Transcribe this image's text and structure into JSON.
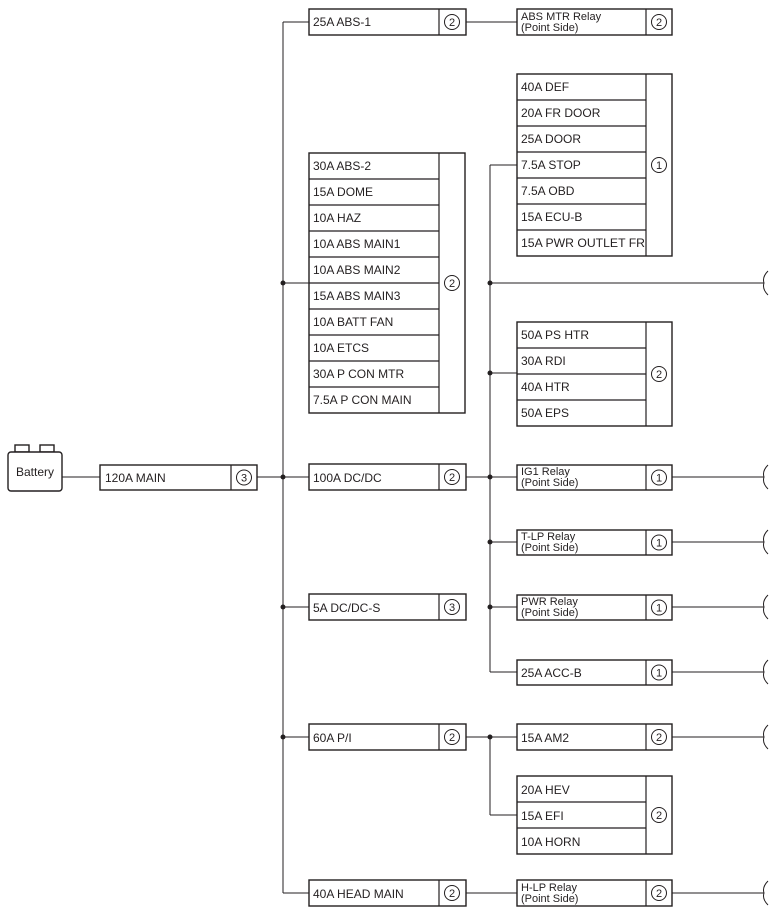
{
  "battery": {
    "label": "Battery"
  },
  "main_fuse": {
    "label": "120A MAIN",
    "conn": "3"
  },
  "fuses": [
    {
      "id": "abs1",
      "label": "25A ABS-1",
      "conn": "2"
    },
    {
      "id": "dcdc",
      "label": "100A DC/DC",
      "conn": "2"
    },
    {
      "id": "dcdcs",
      "label": "5A DC/DC-S",
      "conn": "3"
    },
    {
      "id": "pi",
      "label": "60A P/I",
      "conn": "2"
    },
    {
      "id": "headmain",
      "label": "40A HEAD MAIN",
      "conn": "2"
    }
  ],
  "groups": [
    {
      "id": "abs2",
      "conn": "2",
      "items": [
        "30A ABS-2",
        "15A DOME",
        "10A HAZ",
        "10A ABS MAIN1",
        "10A ABS MAIN2",
        "15A ABS MAIN3",
        "10A BATT FAN",
        "10A ETCS",
        "30A P CON MTR",
        "7.5A P CON MAIN"
      ]
    },
    {
      "id": "def",
      "conn": "1",
      "items": [
        "40A DEF",
        "20A FR DOOR",
        "25A DOOR",
        "7.5A STOP",
        "7.5A OBD",
        "15A ECU-B",
        "15A PWR OUTLET FR"
      ]
    },
    {
      "id": "pshtr",
      "conn": "2",
      "items": [
        "50A PS HTR",
        "30A RDI",
        "40A HTR",
        "50A EPS"
      ]
    },
    {
      "id": "hev",
      "conn": "2",
      "items": [
        "20A HEV",
        "15A EFI",
        "10A HORN"
      ]
    }
  ],
  "relays": [
    {
      "id": "absmtr",
      "line1": "ABS MTR Relay",
      "line2": "(Point Side)",
      "conn": "2"
    },
    {
      "id": "ig1",
      "line1": "IG1 Relay",
      "line2": "(Point Side)",
      "conn": "1"
    },
    {
      "id": "tlp",
      "line1": "T-LP Relay",
      "line2": "(Point Side)",
      "conn": "1"
    },
    {
      "id": "pwr",
      "line1": "PWR Relay",
      "line2": "(Point Side)",
      "conn": "1"
    },
    {
      "id": "hlp",
      "line1": "H-LP Relay",
      "line2": "(Point Side)",
      "conn": "2"
    }
  ],
  "right_fuses": [
    {
      "id": "accb",
      "label": "25A ACC-B",
      "conn": "1"
    },
    {
      "id": "am2",
      "label": "15A AM2",
      "conn": "2"
    }
  ]
}
